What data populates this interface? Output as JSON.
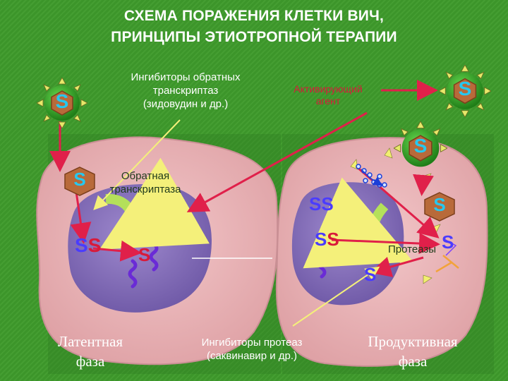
{
  "title": {
    "line1": "СХЕМА ПОРАЖЕНИЯ КЛЕТКИ ВИЧ,",
    "line2": "ПРИНЦИПЫ ЭТИОТРОПНОЙ ТЕРАПИИ"
  },
  "labels": {
    "rt_inhibitors": [
      "Ингибиторы обратных",
      "транскриптаз",
      "(зидовудин и др.)"
    ],
    "activating_agent": [
      "Активирующий",
      "агент"
    ],
    "reverse_transcriptase": [
      "Обратная",
      "транскриптаза"
    ],
    "protease": "Протеазы",
    "protease_inhibitors": [
      "Ингибиторы протеаз",
      "(саквинавир и др.)"
    ],
    "latent_phase": [
      "Латентная",
      "фаза"
    ],
    "productive_phase": [
      "Продуктивная",
      "фаза"
    ]
  },
  "glyphs": {
    "virus_marker": "S",
    "rna_marker": "S"
  },
  "colors": {
    "background": "#3e9a2b",
    "cell": "#e7b4b6",
    "nucleus": "#8a74b8",
    "virion_ring": "#2e8f22",
    "virion_core": "#b86a3a",
    "arrow_red": "#e0204a",
    "arrow_yellow": "#f4f07a",
    "dna": "#6a2bd6",
    "rna": "#d81a3a",
    "label_red": "#d81a3a"
  }
}
